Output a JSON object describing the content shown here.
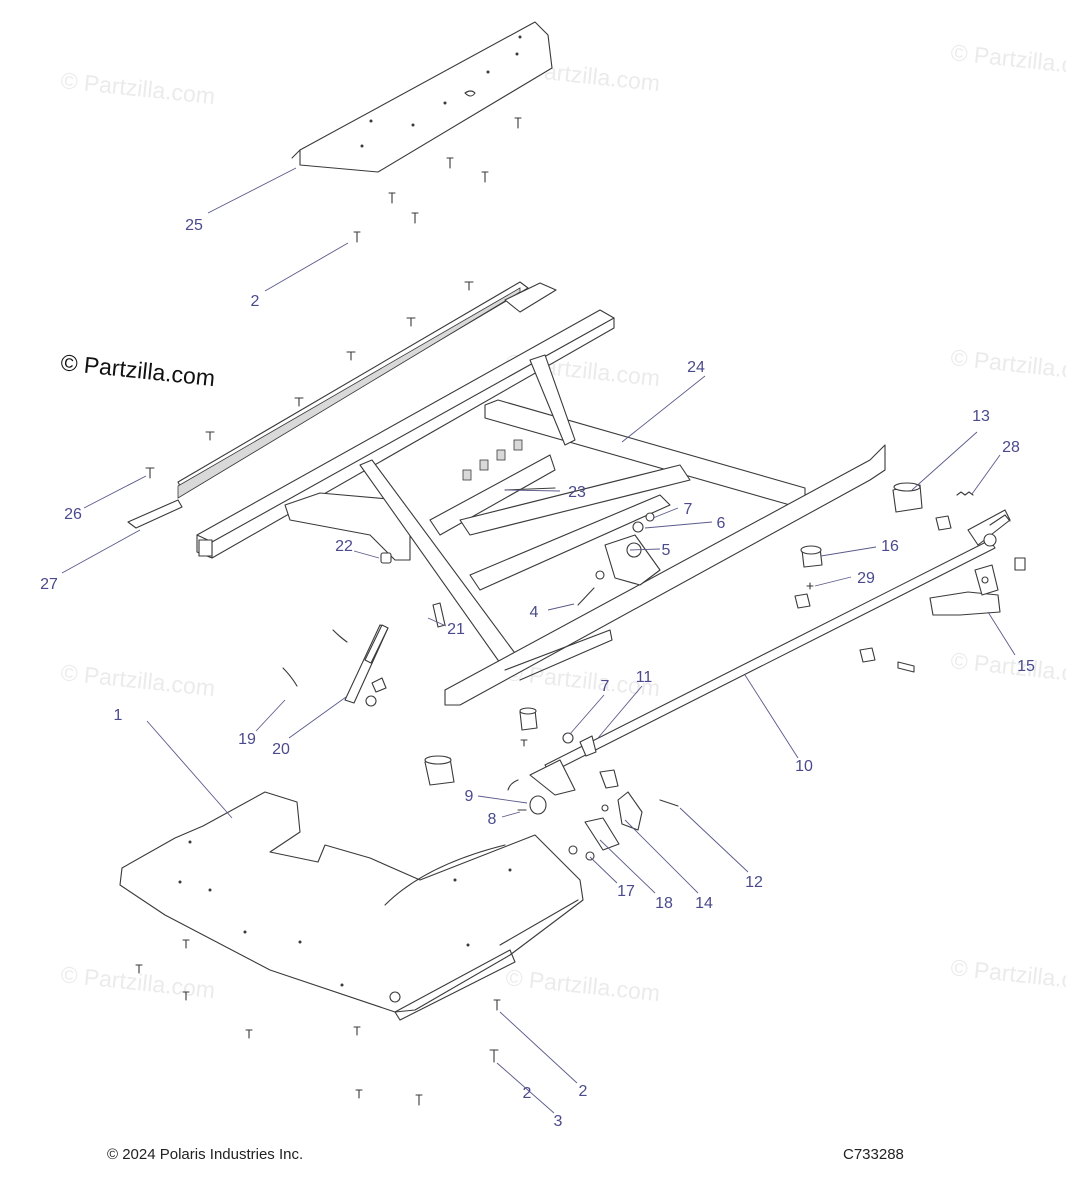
{
  "watermark": {
    "faint_text": "© Partzilla.com",
    "strong_text": "© Partzilla.com"
  },
  "callouts": [
    "1",
    "2",
    "2",
    "2",
    "3",
    "4",
    "5",
    "6",
    "7",
    "7",
    "8",
    "9",
    "10",
    "11",
    "12",
    "13",
    "14",
    "15",
    "16",
    "17",
    "18",
    "19",
    "20",
    "21",
    "22",
    "23",
    "24",
    "25",
    "26",
    "27",
    "28",
    "29"
  ],
  "footer": {
    "copyright": "© 2024 Polaris Industries Inc.",
    "drawing_number": "C733288"
  },
  "colors": {
    "line": "#3a3a3a",
    "callout": "#4a4a8c",
    "watermark": "#ebebeb"
  }
}
